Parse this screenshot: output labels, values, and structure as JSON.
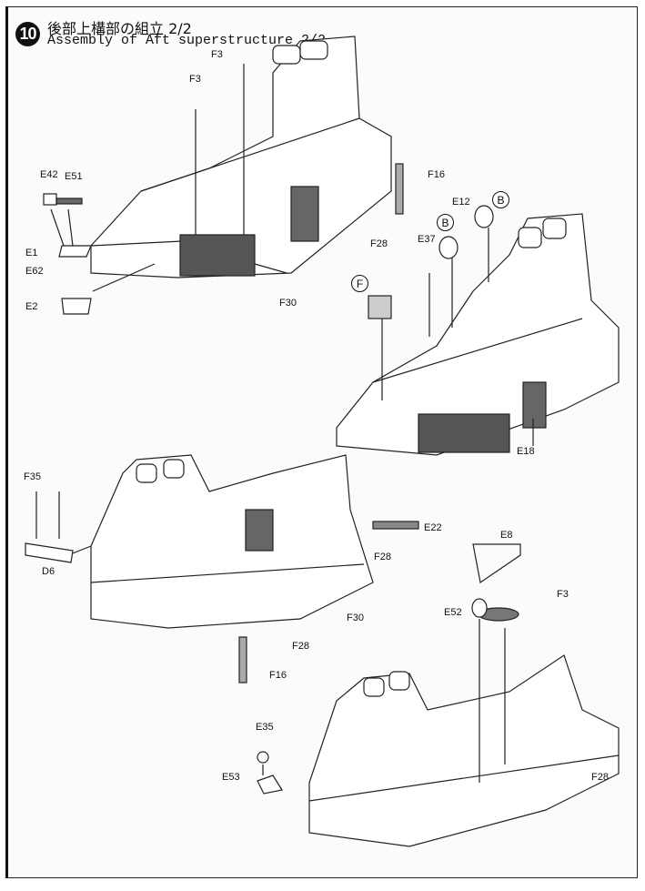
{
  "step": {
    "number": "10",
    "title_jp": "後部上構部の組立 2/2",
    "title_en": "Assembly of Aft superstructure 2/2"
  },
  "callouts": {
    "panel1": {
      "f3a": "F3",
      "f3b": "F3",
      "f16": "F16",
      "f28": "F28",
      "e42": "E42",
      "e51": "E51",
      "e1": "E1",
      "e62": "E62",
      "e2": "E2",
      "f30": "F30"
    },
    "panel2": {
      "e12": "E12",
      "b1": "B",
      "b2": "B",
      "e37": "E37",
      "f": "F",
      "e18": "E18"
    },
    "panel3": {
      "f35": "F35",
      "d6": "D6",
      "e22": "E22",
      "f28a": "F28",
      "f30": "F30",
      "f28b": "F28",
      "f16": "F16"
    },
    "panel4": {
      "e8": "E8",
      "e52": "E52",
      "f3": "F3",
      "f28": "F28",
      "e35": "E35",
      "e53": "E53"
    }
  }
}
